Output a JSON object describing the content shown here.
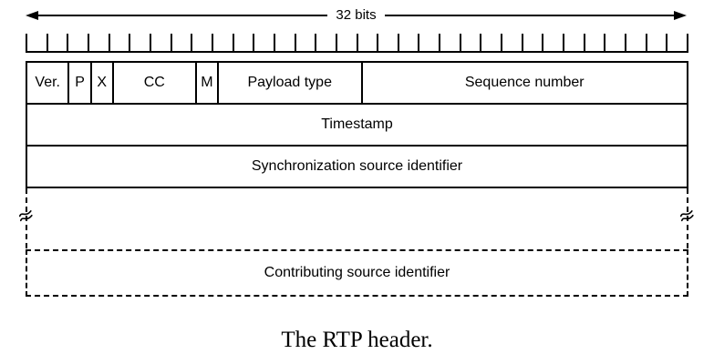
{
  "colors": {
    "line": "#000000",
    "background": "#ffffff",
    "text": "#000000"
  },
  "scale": {
    "label": "32 bits",
    "segments": 32
  },
  "header": {
    "row1": {
      "cells": [
        {
          "label": "Ver.",
          "bits": 2
        },
        {
          "label": "P",
          "bits": 1
        },
        {
          "label": "X",
          "bits": 1
        },
        {
          "label": "CC",
          "bits": 4
        },
        {
          "label": "M",
          "bits": 1
        },
        {
          "label": "Payload type",
          "bits": 7
        },
        {
          "label": "Sequence number",
          "bits": 16
        }
      ]
    },
    "row2": {
      "label": "Timestamp",
      "bits": 32
    },
    "row3": {
      "label": "Synchronization source identifier",
      "bits": 32
    },
    "optional_row": {
      "label": "Contributing source identifier",
      "bits": 32
    }
  },
  "caption": "The RTP header."
}
